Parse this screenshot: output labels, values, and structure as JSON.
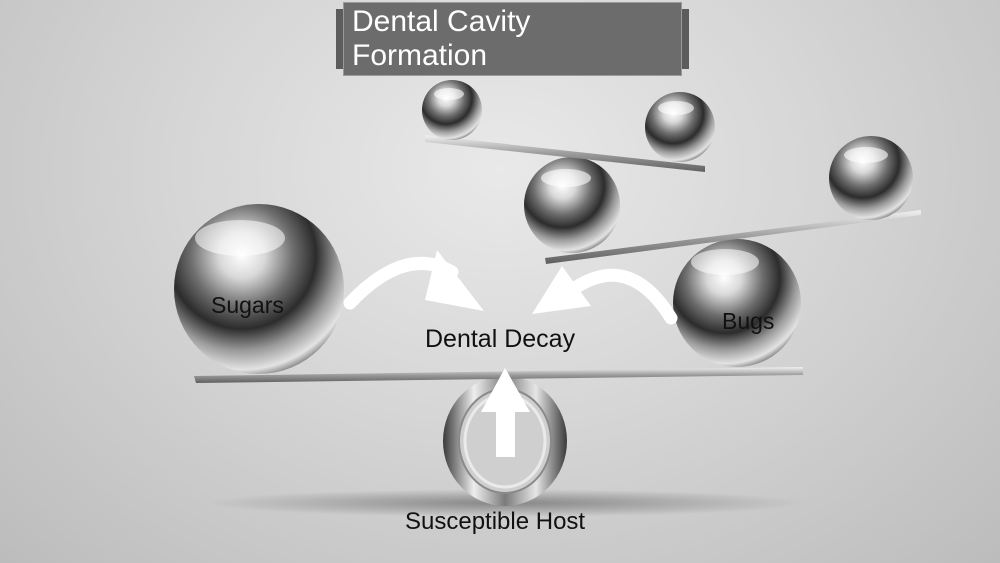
{
  "title": "Dental Cavity Formation",
  "labels": {
    "sugars": "Sugars",
    "bugs": "Bugs",
    "decay": "Dental Decay",
    "host": "Susceptible Host"
  },
  "colors": {
    "background": "#d6d6d6",
    "title_box": "#6c6c6c",
    "arrow": "#ffffff",
    "text": "#111111"
  }
}
